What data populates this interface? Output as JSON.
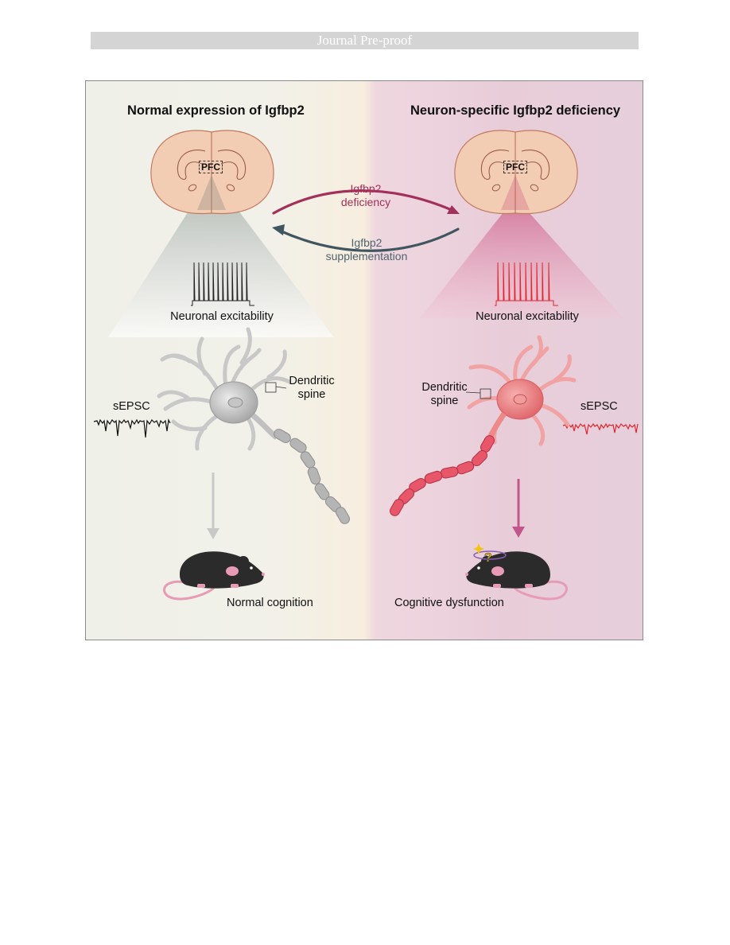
{
  "header": {
    "banner": "Journal Pre-proof"
  },
  "left_panel": {
    "title": "Normal expression of Igfbp2",
    "region": "PFC",
    "excitability": "Neuronal excitability",
    "epsc": "sEPSC",
    "spine_line1": "Dendritic",
    "spine_line2": "spine",
    "outcome": "Normal cognition"
  },
  "right_panel": {
    "title": "Neuron-specific Igfbp2 deficiency",
    "region": "PFC",
    "excitability": "Neuronal excitability",
    "epsc": "sEPSC",
    "spine_line1": "Dendritic",
    "spine_line2": "spine",
    "outcome": "Cognitive dysfunction"
  },
  "arrows": {
    "deficiency_line1": "Igfbp2",
    "deficiency_line2": "deficiency",
    "supplementation_line1": "Igfbp2",
    "supplementation_line2": "supplementation"
  },
  "colors": {
    "deficiency": "#a3305a",
    "supplementation": "#3f5560",
    "normal_trace": "#222222",
    "deficient_trace": "#e0262f",
    "brain": "#f3cdb3"
  }
}
